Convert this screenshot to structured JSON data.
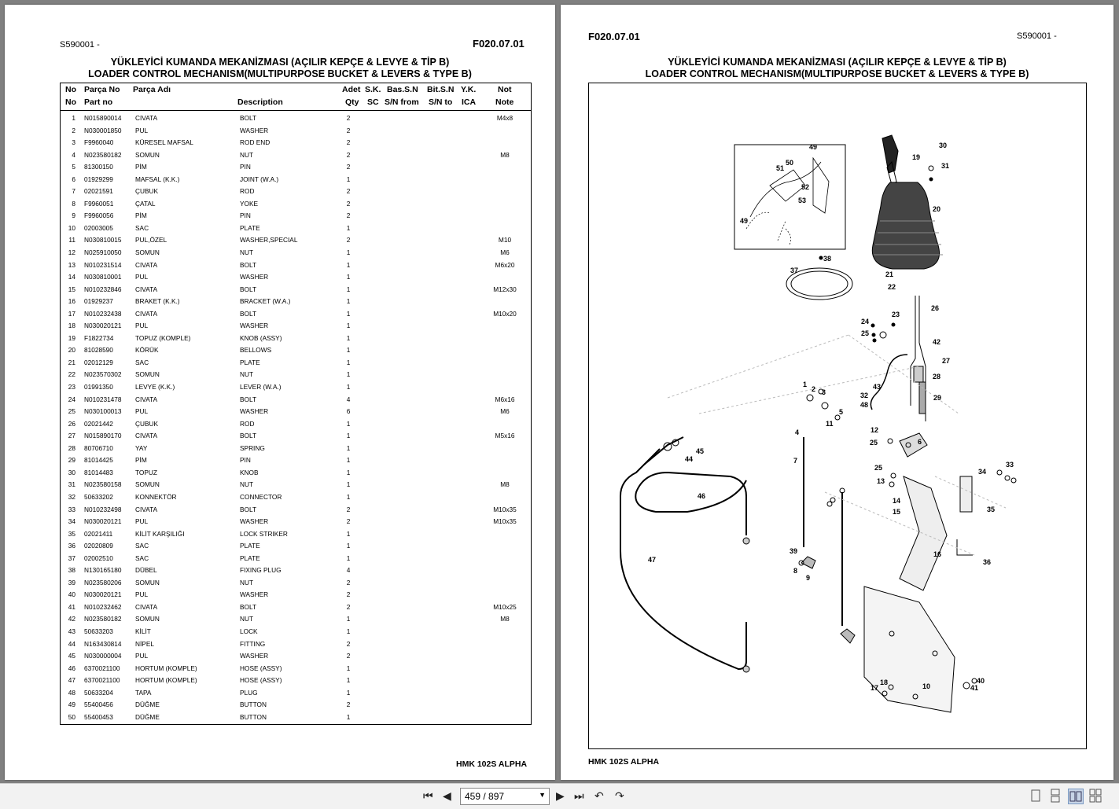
{
  "left_page": {
    "header_left": "S590001 -",
    "code": "F020.07.01",
    "title_tr": "YÜKLEYİCİ KUMANDA MEKANİZMASI (AÇILIR KEPÇE & LEVYE & TİP B)",
    "title_en": "LOADER CONTROL MECHANISM(MULTIPURPOSE BUCKET & LEVERS & TYPE B)",
    "table_headers": {
      "no_tr": "No",
      "no_en": "No",
      "part_tr": "Parça No",
      "part_en": "Part no",
      "name_tr": "Parça Adı",
      "desc": "Description",
      "qty_tr": "Adet",
      "qty_en": "Qty",
      "sk_tr": "S.K.",
      "sk_en": "SC",
      "from_tr": "Bas.S.N",
      "from_en": "S/N from",
      "to_tr": "Bit.S.N",
      "to_en": "S/N to",
      "yk_tr": "Y.K.",
      "yk_en": "ICA",
      "note_tr": "Not",
      "note_en": "Note"
    },
    "rows": [
      [
        "1",
        "N015890014",
        "CIVATA",
        "BOLT",
        "2",
        "M4x8"
      ],
      [
        "2",
        "N030001850",
        "PUL",
        "WASHER",
        "2",
        ""
      ],
      [
        "3",
        "F9960040",
        "KÜRESEL MAFSAL",
        "ROD END",
        "2",
        ""
      ],
      [
        "4",
        "N023580182",
        "SOMUN",
        "NUT",
        "2",
        "M8"
      ],
      [
        "5",
        "81300150",
        "PİM",
        "PIN",
        "2",
        ""
      ],
      [
        "6",
        "01929299",
        "MAFSAL (K.K.)",
        "JOINT (W.A.)",
        "1",
        ""
      ],
      [
        "7",
        "02021591",
        "ÇUBUK",
        "ROD",
        "2",
        ""
      ],
      [
        "8",
        "F9960051",
        "ÇATAL",
        "YOKE",
        "2",
        ""
      ],
      [
        "9",
        "F9960056",
        "PİM",
        "PIN",
        "2",
        ""
      ],
      [
        "10",
        "02003005",
        "SAC",
        "PLATE",
        "1",
        ""
      ],
      [
        "11",
        "N030810015",
        "PUL,ÖZEL",
        "WASHER,SPECIAL",
        "2",
        "M10"
      ],
      [
        "12",
        "N025910050",
        "SOMUN",
        "NUT",
        "1",
        "M6"
      ],
      [
        "13",
        "N010231514",
        "CIVATA",
        "BOLT",
        "1",
        "M6x20"
      ],
      [
        "14",
        "N030810001",
        "PUL",
        "WASHER",
        "1",
        ""
      ],
      [
        "15",
        "N010232846",
        "CIVATA",
        "BOLT",
        "1",
        "M12x30"
      ],
      [
        "16",
        "01929237",
        "BRAKET (K.K.)",
        "BRACKET (W.A.)",
        "1",
        ""
      ],
      [
        "17",
        "N010232438",
        "CIVATA",
        "BOLT",
        "1",
        "M10x20"
      ],
      [
        "18",
        "N030020121",
        "PUL",
        "WASHER",
        "1",
        ""
      ],
      [
        "19",
        "F1822734",
        "TOPUZ (KOMPLE)",
        "KNOB (ASSY)",
        "1",
        ""
      ],
      [
        "20",
        "81028590",
        "KÖRÜK",
        "BELLOWS",
        "1",
        ""
      ],
      [
        "21",
        "02012129",
        "SAC",
        "PLATE",
        "1",
        ""
      ],
      [
        "22",
        "N023570302",
        "SOMUN",
        "NUT",
        "1",
        ""
      ],
      [
        "23",
        "01991350",
        "LEVYE (K.K.)",
        "LEVER (W.A.)",
        "1",
        ""
      ],
      [
        "24",
        "N010231478",
        "CIVATA",
        "BOLT",
        "4",
        "M6x16"
      ],
      [
        "25",
        "N030100013",
        "PUL",
        "WASHER",
        "6",
        "M6"
      ],
      [
        "26",
        "02021442",
        "ÇUBUK",
        "ROD",
        "1",
        ""
      ],
      [
        "27",
        "N015890170",
        "CIVATA",
        "BOLT",
        "1",
        "M5x16"
      ],
      [
        "28",
        "80706710",
        "YAY",
        "SPRING",
        "1",
        ""
      ],
      [
        "29",
        "81014425",
        "PİM",
        "PIN",
        "1",
        ""
      ],
      [
        "30",
        "81014483",
        "TOPUZ",
        "KNOB",
        "1",
        ""
      ],
      [
        "31",
        "N023580158",
        "SOMUN",
        "NUT",
        "1",
        "M8"
      ],
      [
        "32",
        "50633202",
        "KONNEKTÖR",
        "CONNECTOR",
        "1",
        ""
      ],
      [
        "33",
        "N010232498",
        "CIVATA",
        "BOLT",
        "2",
        "M10x35"
      ],
      [
        "34",
        "N030020121",
        "PUL",
        "WASHER",
        "2",
        "M10x35"
      ],
      [
        "35",
        "02021411",
        "KİLİT KARŞILIĞI",
        "LOCK STRIKER",
        "1",
        ""
      ],
      [
        "36",
        "02020809",
        "SAC",
        "PLATE",
        "1",
        ""
      ],
      [
        "37",
        "02002510",
        "SAC",
        "PLATE",
        "1",
        ""
      ],
      [
        "38",
        "N130165180",
        "DÜBEL",
        "FIXING PLUG",
        "4",
        ""
      ],
      [
        "39",
        "N023580206",
        "SOMUN",
        "NUT",
        "2",
        ""
      ],
      [
        "40",
        "N030020121",
        "PUL",
        "WASHER",
        "2",
        ""
      ],
      [
        "41",
        "N010232462",
        "CIVATA",
        "BOLT",
        "2",
        "M10x25"
      ],
      [
        "42",
        "N023580182",
        "SOMUN",
        "NUT",
        "1",
        "M8"
      ],
      [
        "43",
        "50633203",
        "KİLİT",
        "LOCK",
        "1",
        ""
      ],
      [
        "44",
        "N163430814",
        "NİPEL",
        "FITTING",
        "2",
        ""
      ],
      [
        "45",
        "N030000004",
        "PUL",
        "WASHER",
        "2",
        ""
      ],
      [
        "46",
        "6370021100",
        "HORTUM (KOMPLE)",
        "HOSE (ASSY)",
        "1",
        ""
      ],
      [
        "47",
        "6370021100",
        "HORTUM (KOMPLE)",
        "HOSE (ASSY)",
        "1",
        ""
      ],
      [
        "48",
        "50633204",
        "TAPA",
        "PLUG",
        "1",
        ""
      ],
      [
        "49",
        "55400456",
        "DÜĞME",
        "BUTTON",
        "2",
        ""
      ],
      [
        "50",
        "55400453",
        "DÜĞME",
        "BUTTON",
        "1",
        ""
      ]
    ],
    "footer": "HMK 102S ALPHA"
  },
  "right_page": {
    "code": "F020.07.01",
    "header_right": "S590001 -",
    "title_tr": "YÜKLEYİCİ KUMANDA MEKANİZMASI (AÇILIR KEPÇE & LEVYE & TİP B)",
    "title_en": "LOADER CONTROL MECHANISM(MULTIPURPOSE BUCKET & LEVERS & TYPE B)",
    "callouts": [
      "1",
      "2",
      "3",
      "4",
      "5",
      "6",
      "7",
      "8",
      "9",
      "10",
      "11",
      "12",
      "13",
      "14",
      "15",
      "16",
      "17",
      "18",
      "19",
      "20",
      "21",
      "22",
      "23",
      "24",
      "25",
      "26",
      "27",
      "28",
      "29",
      "30",
      "31",
      "32",
      "33",
      "34",
      "35",
      "36",
      "37",
      "38",
      "39",
      "40",
      "41",
      "42",
      "43",
      "44",
      "45",
      "46",
      "47",
      "48",
      "49",
      "50",
      "51",
      "52",
      "53"
    ],
    "footer": "HMK 102S ALPHA"
  },
  "toolbar": {
    "page_indicator": "459 / 897",
    "icons": [
      "first-page-icon",
      "previous-page-icon",
      "next-page-icon",
      "last-page-icon",
      "rotate-back-icon",
      "rotate-forward-icon",
      "single-page-view-icon",
      "continuous-view-icon",
      "two-page-view-icon",
      "continuous-two-page-view-icon"
    ]
  }
}
